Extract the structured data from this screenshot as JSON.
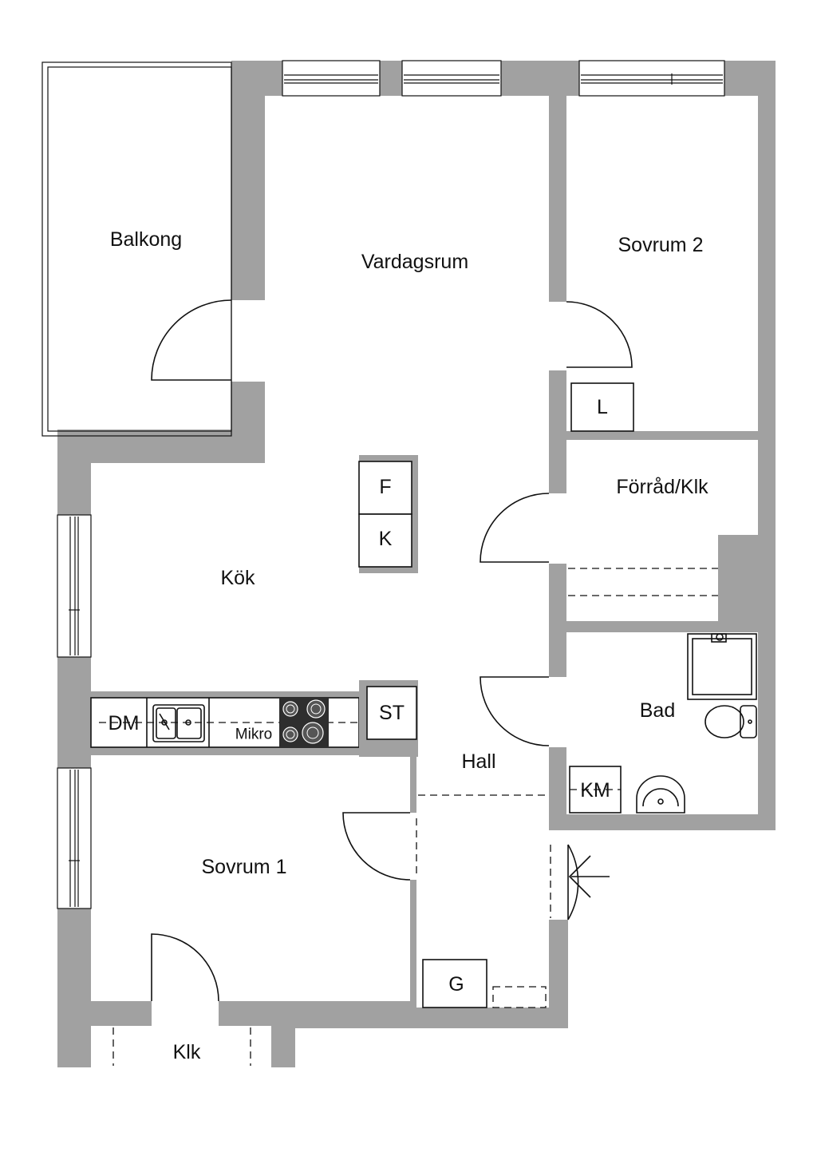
{
  "rooms": {
    "balkong": "Balkong",
    "vardagsrum": "Vardagsrum",
    "sovrum2": "Sovrum 2",
    "kok": "Kök",
    "forrad": "Förråd/Klk",
    "bad": "Bad",
    "hall": "Hall",
    "sovrum1": "Sovrum 1",
    "klk": "Klk"
  },
  "fixtures": {
    "fridge": "F",
    "freezer": "K",
    "dishwasher": "DM",
    "microwave": "Mikro",
    "storage": "ST",
    "linen": "L",
    "washer": "KM",
    "wardrobe": "G"
  },
  "colors": {
    "wall": "#a1a1a1",
    "floor": "#ffffff",
    "line": "#111111"
  }
}
